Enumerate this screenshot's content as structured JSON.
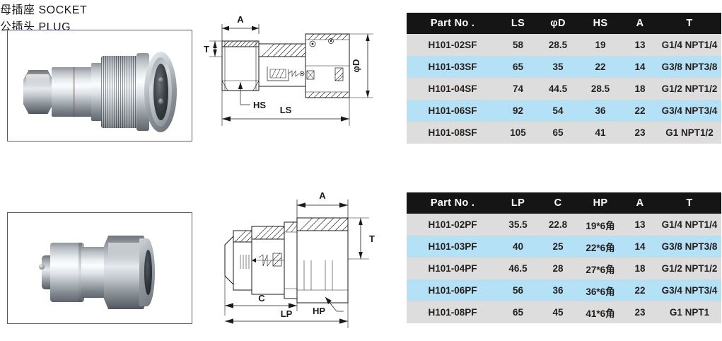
{
  "sections": {
    "socket": {
      "title": "母插座 SOCKET",
      "photo_alt": "socket-photo",
      "drawing_labels": {
        "a": "A",
        "t": "T",
        "hs": "HS",
        "ls": "LS",
        "phid": "φD"
      },
      "table": {
        "headers": [
          "Part No .",
          "LS",
          "φD",
          "HS",
          "A",
          "T"
        ],
        "rows": [
          [
            "H101-02SF",
            "58",
            "28.5",
            "19",
            "13",
            "G1/4 NPT1/4"
          ],
          [
            "H101-03SF",
            "65",
            "35",
            "22",
            "14",
            "G3/8 NPT3/8"
          ],
          [
            "H101-04SF",
            "74",
            "44.5",
            "28.5",
            "18",
            "G1/2 NPT1/2"
          ],
          [
            "H101-06SF",
            "92",
            "54",
            "36",
            "22",
            "G3/4 NPT3/4"
          ],
          [
            "H101-08SF",
            "105",
            "65",
            "41",
            "23",
            "G1 NPT1/2"
          ]
        ]
      }
    },
    "plug": {
      "title": "公插头 PLUG",
      "photo_alt": "plug-photo",
      "drawing_labels": {
        "a": "A",
        "t": "T",
        "c": "C",
        "hp": "HP",
        "lp": "LP"
      },
      "table": {
        "headers": [
          "Part No .",
          "LP",
          "C",
          "HP",
          "A",
          "T"
        ],
        "rows": [
          [
            "H101-02PF",
            "35.5",
            "22.8",
            "19*6角",
            "13",
            "G1/4 NPT1/4"
          ],
          [
            "H101-03PF",
            "40",
            "25",
            "22*6角",
            "14",
            "G3/8 NPT3/8"
          ],
          [
            "H101-04PF",
            "46.5",
            "28",
            "27*6角",
            "18",
            "G1/2 NPT1/2"
          ],
          [
            "H101-06PF",
            "56",
            "36",
            "36*6角",
            "22",
            "G3/4 NPT3/4"
          ],
          [
            "H101-08PF",
            "65",
            "45",
            "41*6角",
            "23",
            "G1 NPT1"
          ]
        ]
      }
    }
  },
  "colors": {
    "header_bg": "#151515",
    "row_odd": "#dddddd",
    "row_even": "#b5e1f6",
    "frame_border": "#555b6e",
    "text": "#231f1c"
  }
}
